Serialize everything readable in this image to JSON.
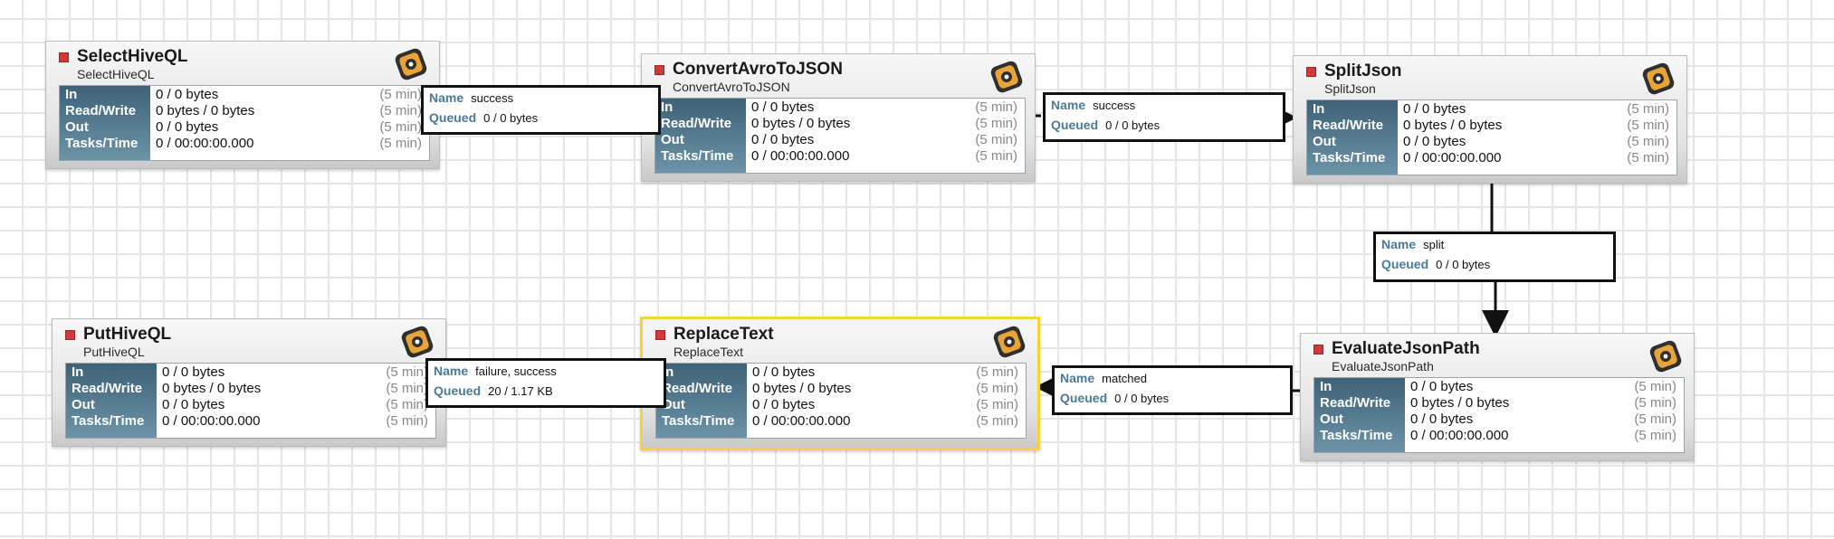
{
  "processors": {
    "select_hive": {
      "name": "SelectHiveQL",
      "type": "SelectHiveQL"
    },
    "convert_avro": {
      "name": "ConvertAvroToJSON",
      "type": "ConvertAvroToJSON"
    },
    "split_json": {
      "name": "SplitJson",
      "type": "SplitJson"
    },
    "put_hive": {
      "name": "PutHiveQL",
      "type": "PutHiveQL"
    },
    "replace_text": {
      "name": "ReplaceText",
      "type": "ReplaceText"
    },
    "evaluate_json": {
      "name": "EvaluateJsonPath",
      "type": "EvaluateJsonPath"
    }
  },
  "stats_labels": {
    "in": "In",
    "rw": "Read/Write",
    "out": "Out",
    "tasks": "Tasks/Time"
  },
  "stats_values": {
    "in": "0 / 0 bytes",
    "rw": "0 bytes / 0 bytes",
    "out": "0 / 0 bytes",
    "tasks": "0 / 00:00:00.000",
    "window": "(5 min)"
  },
  "connections": {
    "c1": {
      "name_label": "Name",
      "name": "success",
      "queued_label": "Queued",
      "queued": "0 / 0 bytes"
    },
    "c2": {
      "name_label": "Name",
      "name": "success",
      "queued_label": "Queued",
      "queued": "0 / 0 bytes"
    },
    "c3": {
      "name_label": "Name",
      "name": "split",
      "queued_label": "Queued",
      "queued": "0 / 0 bytes"
    },
    "c4": {
      "name_label": "Name",
      "name": "matched",
      "queued_label": "Queued",
      "queued": "0 / 0 bytes"
    },
    "c5": {
      "name_label": "Name",
      "name": "failure, success",
      "queued_label": "Queued",
      "queued": "20 / 1.17 KB"
    }
  },
  "icons": {
    "status": "stopped-icon",
    "processor": "processor-gear-icon"
  },
  "colors": {
    "stopped": "#d13a3a",
    "selected": "#f7d33a",
    "stats_header": "#3e6277",
    "key_label": "#4a7a97"
  }
}
